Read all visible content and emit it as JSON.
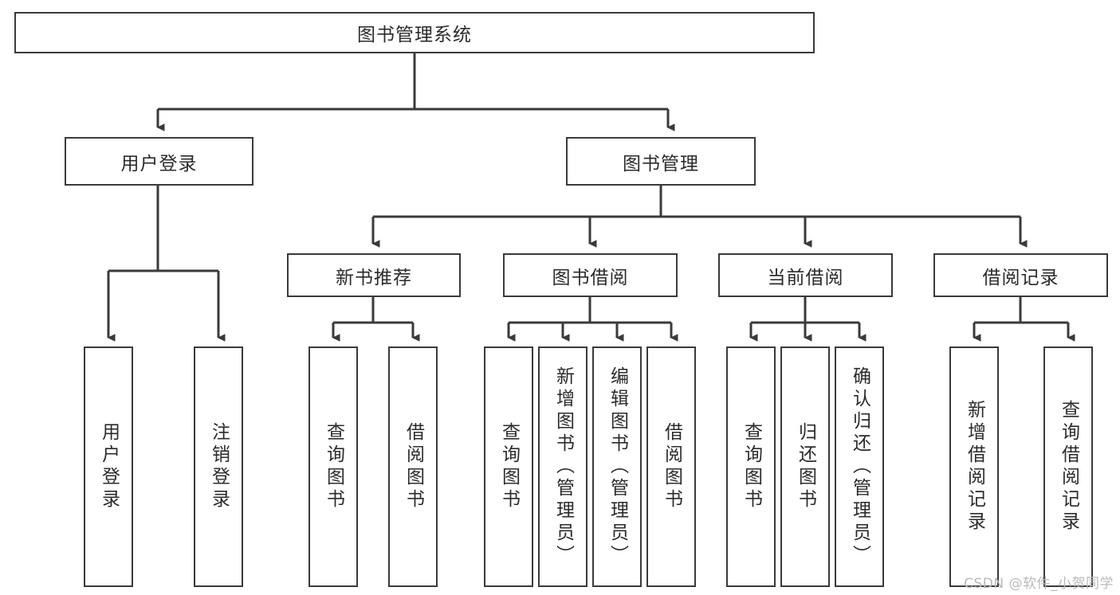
{
  "diagram": {
    "title": "图书管理系统",
    "type": "hierarchy-tree",
    "colors": {
      "stroke": "#3a3a3a",
      "fill": "#ffffff",
      "text": "#2b2b2b",
      "watermark": "#b9b9b9"
    },
    "root": {
      "label": "图书管理系统"
    },
    "level2": [
      {
        "label": "用户登录"
      },
      {
        "label": "图书管理"
      }
    ],
    "level3": [
      {
        "label": "新书推荐"
      },
      {
        "label": "图书借阅"
      },
      {
        "label": "当前借阅"
      },
      {
        "label": "借阅记录"
      }
    ],
    "leaves": {
      "user_login": [
        {
          "label": "用户登录"
        },
        {
          "label": "注销登录"
        }
      ],
      "new_book_recommend": [
        {
          "label": "查询图书"
        },
        {
          "label": "借阅图书"
        }
      ],
      "book_borrow": [
        {
          "label": "查询图书"
        },
        {
          "label": "新增图书（管理员）"
        },
        {
          "label": "编辑图书（管理员）"
        },
        {
          "label": "借阅图书"
        }
      ],
      "current_borrow": [
        {
          "label": "查询图书"
        },
        {
          "label": "归还图书"
        },
        {
          "label": "确认归还（管理员）"
        }
      ],
      "borrow_record": [
        {
          "label": "新增借阅记录"
        },
        {
          "label": "查询借阅记录"
        }
      ]
    }
  },
  "watermark": {
    "text": "CSDN @软件_小贺同学"
  }
}
